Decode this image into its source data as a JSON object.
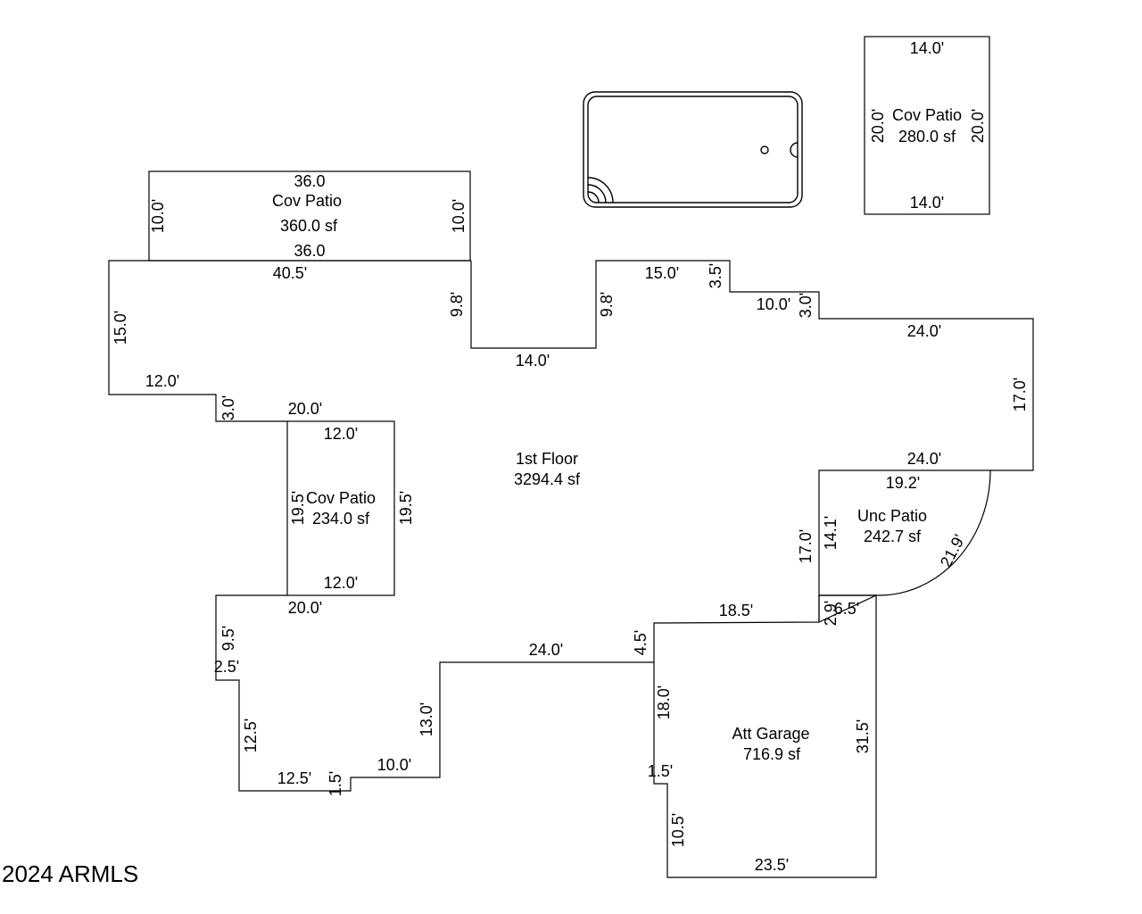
{
  "colors": {
    "line": "#000000",
    "background": "#ffffff"
  },
  "copyright": "2024 ARMLS",
  "areas": {
    "cov_patio_top": {
      "name": "Cov Patio",
      "area": "360.0 sf"
    },
    "cov_patio_pool": {
      "name": "Cov Patio",
      "area": "280.0 sf"
    },
    "cov_patio_inner": {
      "name": "Cov Patio",
      "area": "234.0 sf"
    },
    "first_floor": {
      "name": "1st Floor",
      "area": "3294.4 sf"
    },
    "unc_patio": {
      "name": "Unc Patio",
      "area": "242.7 sf"
    },
    "att_garage": {
      "name": "Att Garage",
      "area": "716.9 sf"
    }
  },
  "dims": {
    "cp1_top": "36.0",
    "cp1_bottom": "36.0",
    "cp1_left": "10.0'",
    "cp1_right": "10.0'",
    "cp2_top": "14.0'",
    "cp2_bottom": "14.0'",
    "cp2_left": "20.0'",
    "cp2_right": "20.0'",
    "f_40_5": "40.5'",
    "f_15_0_left": "15.0'",
    "f_12_0": "12.0'",
    "f_3_0_left": "3.0'",
    "f_20_0_top": "20.0'",
    "f_9_8_a": "9.8'",
    "f_9_8_b": "9.8'",
    "f_14_0": "14.0'",
    "f_15_0_top": "15.0'",
    "f_3_5": "3.5'",
    "f_10_0_top": "10.0'",
    "f_3_0_right": "3.0'",
    "f_24_0_a": "24.0'",
    "f_17_0_right": "17.0'",
    "f_24_0_b": "24.0'",
    "cp3_top": "12.0'",
    "cp3_bottom": "12.0'",
    "cp3_left": "19.5'",
    "cp3_right": "19.5'",
    "f_20_0_bottom": "20.0'",
    "f_9_5": "9.5'",
    "f_2_5": "2.5'",
    "f_12_5_v": "12.5'",
    "f_12_5_h": "12.5'",
    "f_1_5_a": "1.5'",
    "f_10_0_bottom": "10.0'",
    "f_13_0": "13.0'",
    "f_24_0_c": "24.0'",
    "f_4_5": "4.5'",
    "up_19_2": "19.2'",
    "up_14_1": "14.1'",
    "up_17_0": "17.0'",
    "up_21_9": "21.9'",
    "g_18_5": "18.5'",
    "g_2_9": "2.9'",
    "g_6_5": "6.5'",
    "g_18_0": "18.0'",
    "g_31_5": "31.5'",
    "g_1_5": "1.5'",
    "g_10_5": "10.5'",
    "g_23_5": "23.5'"
  }
}
